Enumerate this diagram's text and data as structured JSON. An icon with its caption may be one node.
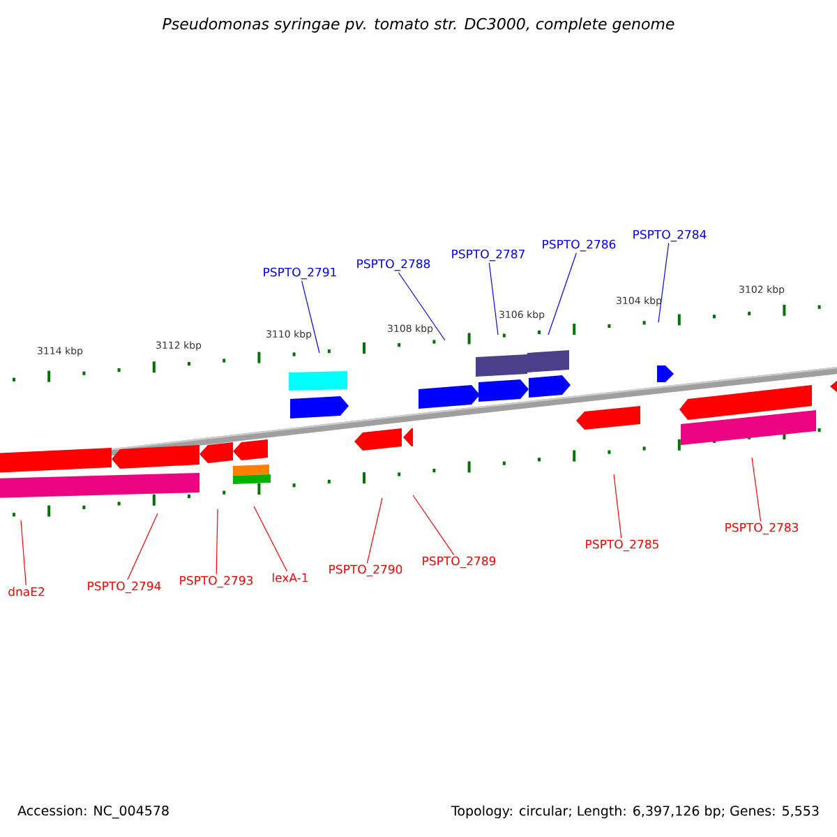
{
  "diagram": {
    "title": "Pseudomonas syringae pv. tomato str. DC3000, complete genome",
    "nodes": [
      {
        "text": [
          "PSPTO_2791"
        ]
      },
      {
        "text": [
          "PSPTO_2788"
        ]
      },
      {
        "text": [
          "PSPTO_2787"
        ]
      },
      {
        "text": [
          "PSPTO_2786"
        ]
      },
      {
        "text": [
          "PSPTO_2784"
        ]
      },
      {
        "text": [
          "dnaE2"
        ]
      },
      {
        "text": [
          "PSPTO_2794"
        ]
      },
      {
        "text": [
          "PSPTO_2793"
        ]
      },
      {
        "text": [
          "lexA-1"
        ]
      },
      {
        "text": [
          "PSPTO_2790"
        ]
      },
      {
        "text": [
          "PSPTO_2789"
        ]
      },
      {
        "text": [
          "PSPTO_2785"
        ]
      },
      {
        "text": [
          "PSPTO_2783"
        ]
      }
    ],
    "edges": [
      {
        "from": 0,
        "to": null,
        "arrow": "none",
        "color": "#0000ff"
      },
      {
        "from": 1,
        "to": null,
        "arrow": "none",
        "color": "#0000ff"
      },
      {
        "from": 2,
        "to": null,
        "arrow": "none",
        "color": "#0000ff"
      },
      {
        "from": 3,
        "to": null,
        "arrow": "none",
        "color": "#0000ff"
      },
      {
        "from": 4,
        "to": null,
        "arrow": "none",
        "color": "#0000ff"
      },
      {
        "from": 5,
        "to": null,
        "arrow": "none"
      },
      {
        "from": 6,
        "to": null,
        "arrow": "none"
      },
      {
        "from": 7,
        "to": null,
        "arrow": "none"
      },
      {
        "from": 8,
        "to": null,
        "arrow": "none"
      },
      {
        "from": 9,
        "to": null,
        "arrow": "none"
      },
      {
        "from": 10,
        "to": null,
        "arrow": "none"
      },
      {
        "from": 11,
        "to": null,
        "arrow": "none"
      },
      {
        "from": 12,
        "to": null,
        "arrow": "none"
      }
    ],
    "labels": [
      "3114 kbp",
      "3112 kbp",
      "3110 kbp",
      "3108 kbp",
      "3106 kbp",
      "3104 kbp",
      "3102 kbp",
      "Accession: NC_004578",
      "Topology: circular; Length: 6,397,126 bp; Genes: 5,553"
    ]
  }
}
